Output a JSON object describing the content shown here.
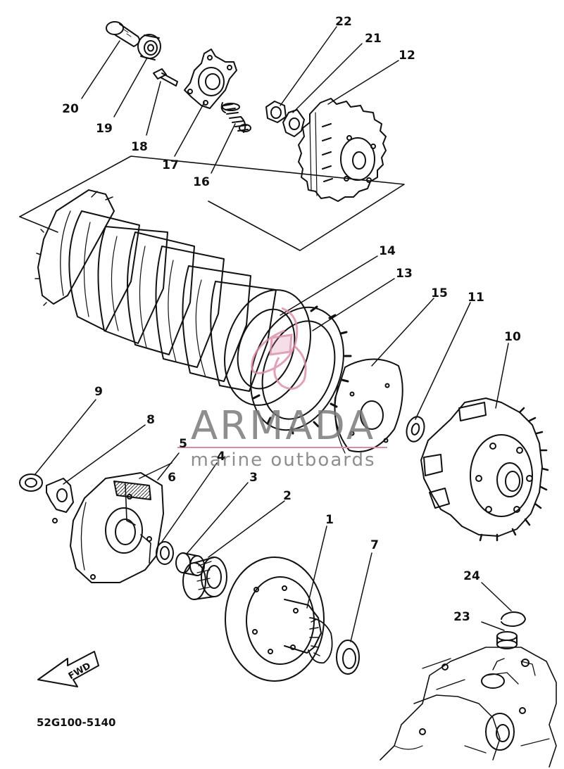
{
  "part_labels": {
    "p1": "1",
    "p2": "2",
    "p3": "3",
    "p4": "4",
    "p5": "5",
    "p6": "6",
    "p7": "7",
    "p8": "8",
    "p9": "9",
    "p10": "10",
    "p11": "11",
    "p12": "12",
    "p13": "13",
    "p14": "14",
    "p15": "15",
    "p16": "16",
    "p17": "17",
    "p18": "18",
    "p19": "19",
    "p20": "20",
    "p21": "21",
    "p22": "22",
    "p23": "23",
    "p24": "24"
  },
  "direction_label": "FWD",
  "drawing_code": "52G100-5140",
  "watermark": {
    "title": "ARMADA",
    "subtitle": "marine outboards"
  },
  "colors": {
    "line": "#111111",
    "watermark_text": "#7a7a7a",
    "watermark_accent": "#d98aa8"
  }
}
